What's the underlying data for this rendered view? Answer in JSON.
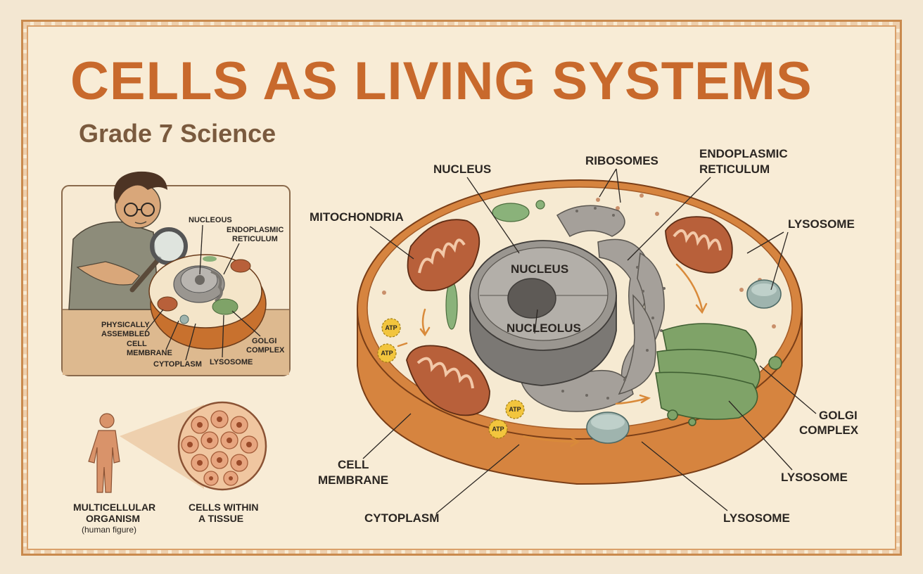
{
  "title": "CELLS AS LIVING SYSTEMS",
  "subtitle": "Grade 7 Science",
  "inset_scene": {
    "labels": {
      "nucleus": "NUCLEOUS",
      "er_line1": "ENDOPLASMIC",
      "er_line2": "RETICULUM",
      "assembled_line1": "PHYSICALLY",
      "assembled_line2": "ASSEMBLED",
      "membrane_line1": "CELL",
      "membrane_line2": "MEMBRANE",
      "cytoplasm": "CYTOPLASM",
      "lysosome": "LYSOSOME",
      "golgi_line1": "GOLGI",
      "golgi_line2": "COMPLEX"
    }
  },
  "organism": {
    "label_line1": "MULTICELLULAR",
    "label_line2": "ORGANISM",
    "label_note": "(human figure)",
    "tissue_line1": "CELLS WITHIN",
    "tissue_line2": "A TISSUE"
  },
  "main_cell": {
    "labels": {
      "nucleus_top": "NUCLEUS",
      "ribosomes": "RIBOSOMES",
      "er_line1": "ENDOPLASMIC",
      "er_line2": "RETICULUM",
      "mitochondria": "MITOCHONDRIA",
      "lysosome_top": "LYSOSOME",
      "nucleus_inner": "NUCLEUS",
      "nucleolus": "NUCLEOLUS",
      "golgi_line1": "GOLGI",
      "golgi_line2": "COMPLEX",
      "lysosome_right": "LYSOSOME",
      "membrane_line1": "CELL",
      "membrane_line2": "MEMBRANE",
      "cytoplasm": "CYTOPLASM",
      "lysosome_bottom": "LYSOSOME"
    },
    "atp_label": "ATP"
  },
  "colors": {
    "title": "#c8692c",
    "subtitle": "#7a5a3e",
    "cell_wall": "#d6843f",
    "cytoplasm": "#f6ead2",
    "mitochondria": "#b8603a",
    "nucleus": "#8f8c88",
    "golgi": "#7fa368",
    "lysosome": "#9fb4ae",
    "atp": "#f2c53d"
  }
}
